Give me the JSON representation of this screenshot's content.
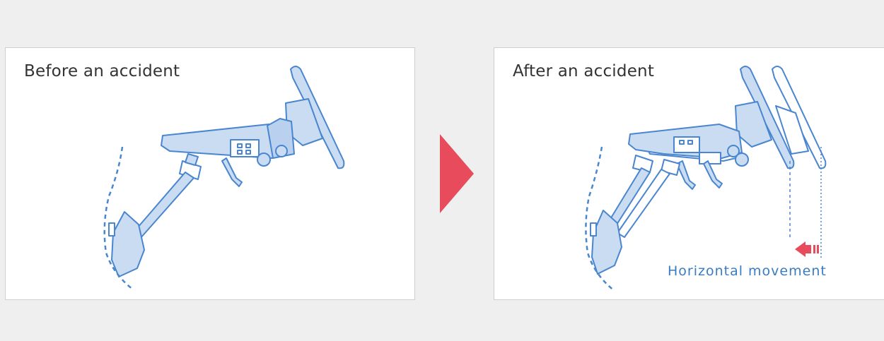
{
  "panels": {
    "before": {
      "title": "Before an accident"
    },
    "after": {
      "title": "After an accident",
      "movement_label": "Horizontal movement"
    }
  },
  "colors": {
    "background": "#efefef",
    "panel": "#ffffff",
    "outline": "#4a86cf",
    "fill": "#c9dcf2",
    "label": "#3a7cc2",
    "arrow": "#e84c5c"
  },
  "icons": [
    "play-arrow-icon",
    "left-arrow-icon"
  ]
}
